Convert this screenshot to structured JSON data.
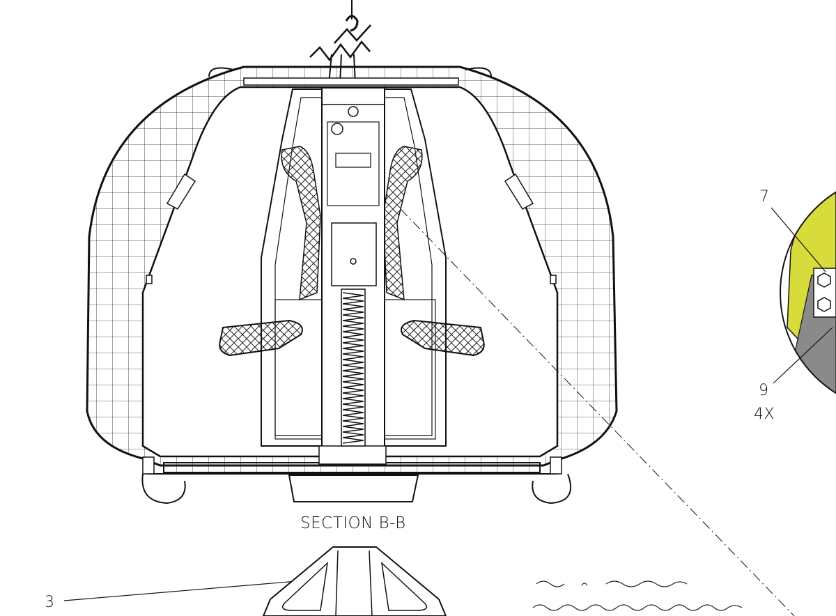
{
  "drawing": {
    "section_label": "SECTION B-B",
    "callouts": [
      {
        "id": "7",
        "text": "7"
      },
      {
        "id": "9",
        "text": "9",
        "qty": "4X"
      },
      {
        "id": "3",
        "text": "3"
      }
    ]
  },
  "colors": {
    "line": "#111111",
    "background": "#ffffff",
    "detail_fill": "#d8dc3a",
    "detail_shade": "#8a8a8a"
  }
}
